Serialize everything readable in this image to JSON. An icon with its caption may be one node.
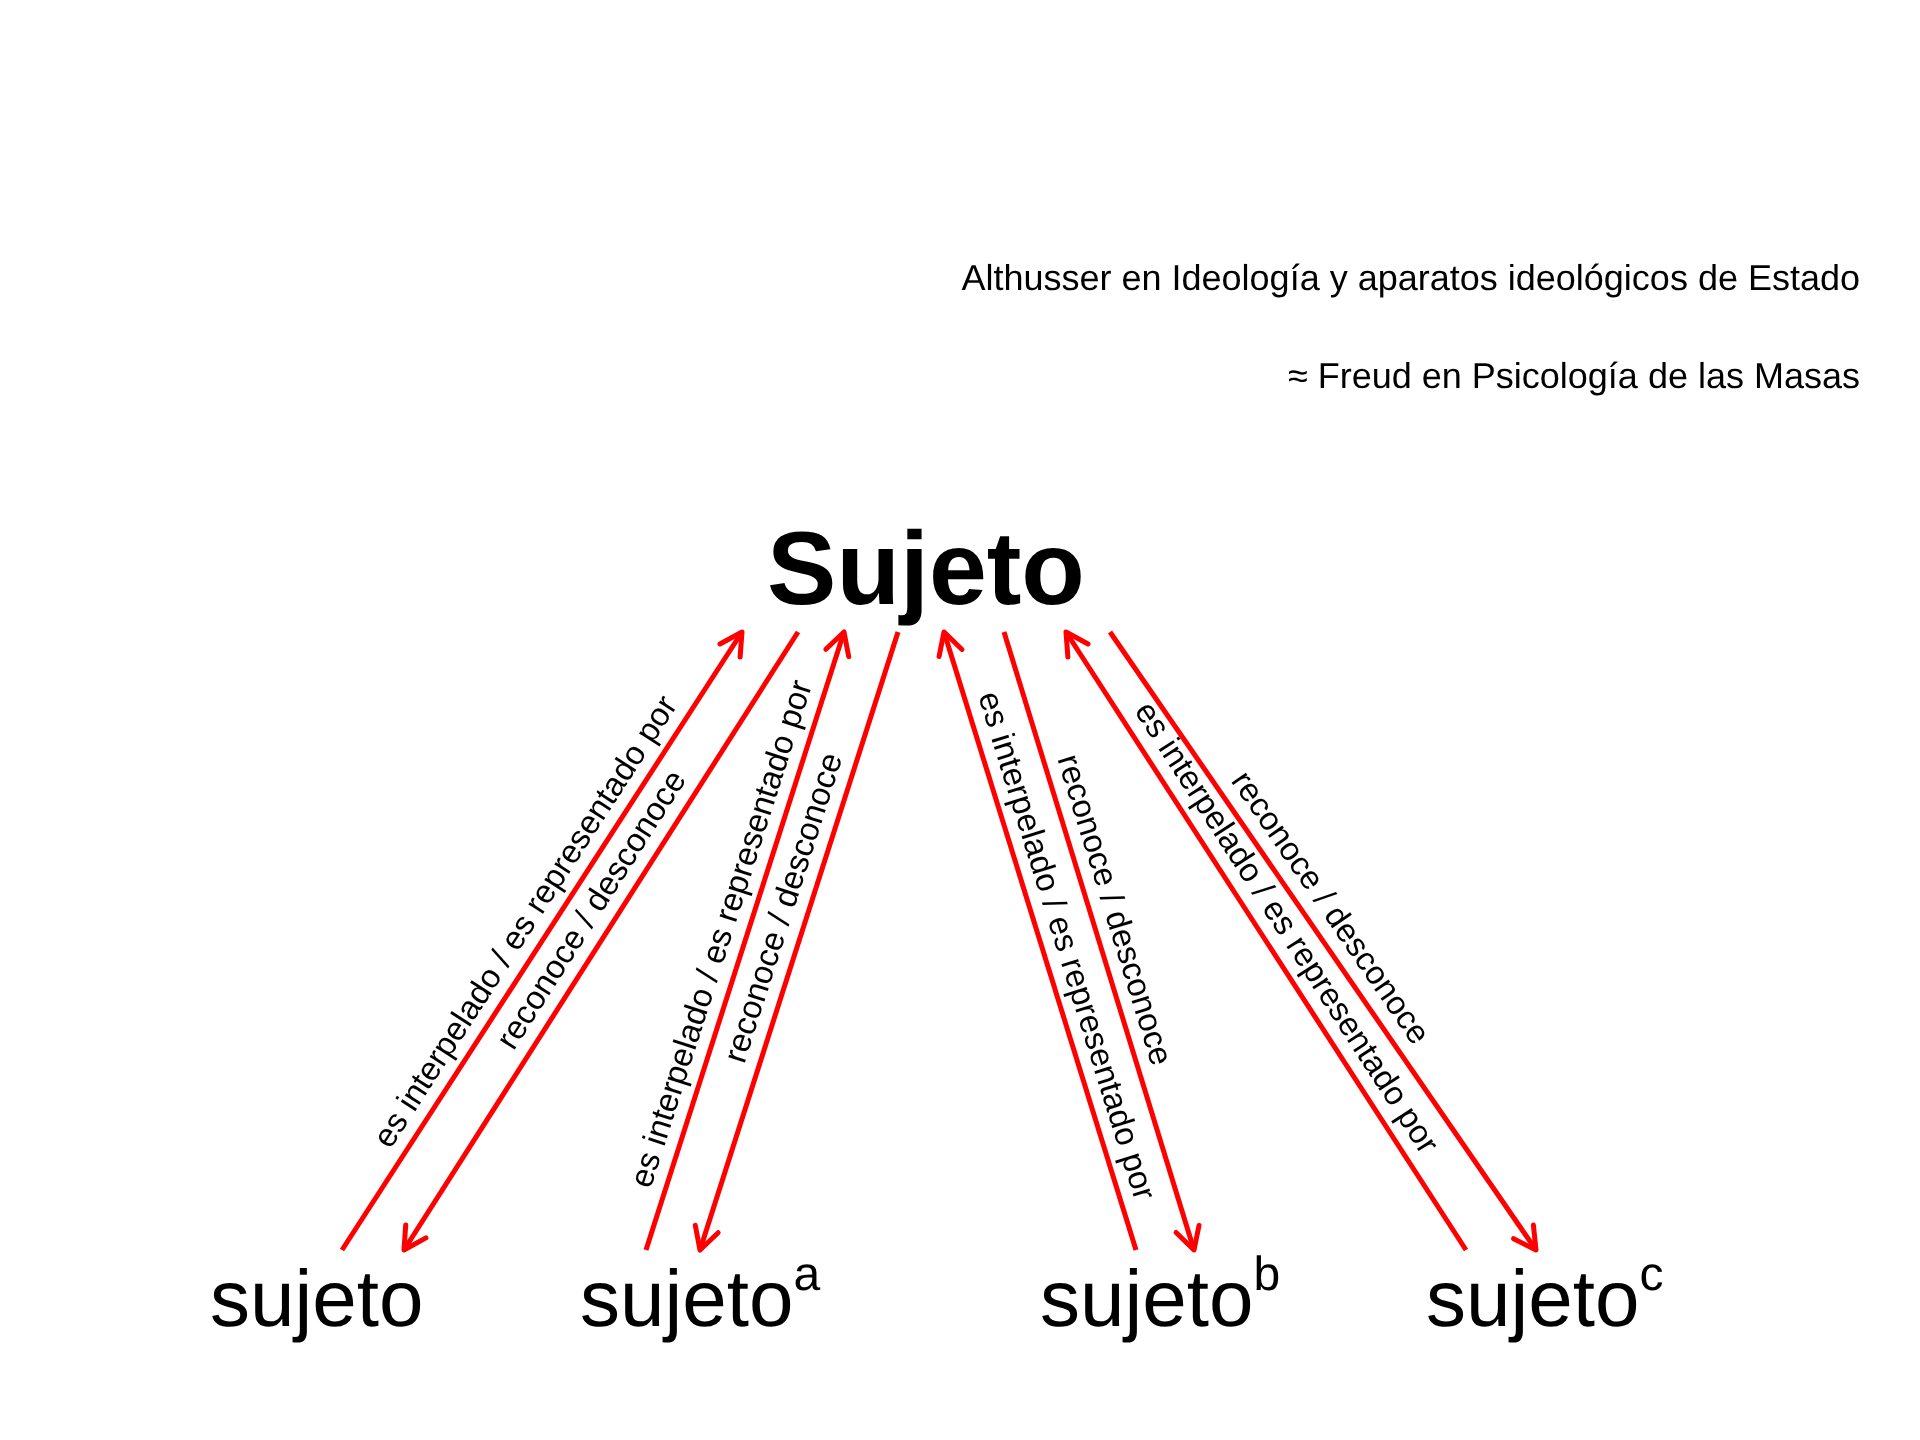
{
  "diagram": {
    "nodes": [
      {
        "text": [
          "Sujeto"
        ]
      },
      {
        "text": [
          "sujeto"
        ]
      },
      {
        "text": [
          "sujeto$^{a}$"
        ]
      },
      {
        "text": [
          "sujeto$^{b}$"
        ]
      },
      {
        "text": [
          "sujeto$^{c}$"
        ]
      }
    ],
    "edges": [
      {
        "from": 1,
        "to": 0,
        "arrow": "to",
        "label": "es interpelado / es representado por"
      },
      {
        "from": 0,
        "to": 1,
        "arrow": "to",
        "label": "reconoce / desconoce"
      },
      {
        "from": 2,
        "to": 0,
        "arrow": "to",
        "label": "es interpelado / es representado por"
      },
      {
        "from": 0,
        "to": 2,
        "arrow": "to",
        "label": "reconoce / desconoce"
      },
      {
        "from": 3,
        "to": 0,
        "arrow": "to",
        "label": "es interpelado / es representado por"
      },
      {
        "from": 0,
        "to": 3,
        "arrow": "to",
        "label": "reconoce / desconoce"
      },
      {
        "from": 4,
        "to": 0,
        "arrow": "to",
        "label": "es interpelado / es representado por"
      },
      {
        "from": 0,
        "to": 4,
        "arrow": "to",
        "label": "reconoce / desconoce"
      }
    ],
    "labels": [
      "Althusser en Ideología y aparatos ideológicos de Estado",
      "≈ Freud en Psicología de las Masas"
    ]
  }
}
